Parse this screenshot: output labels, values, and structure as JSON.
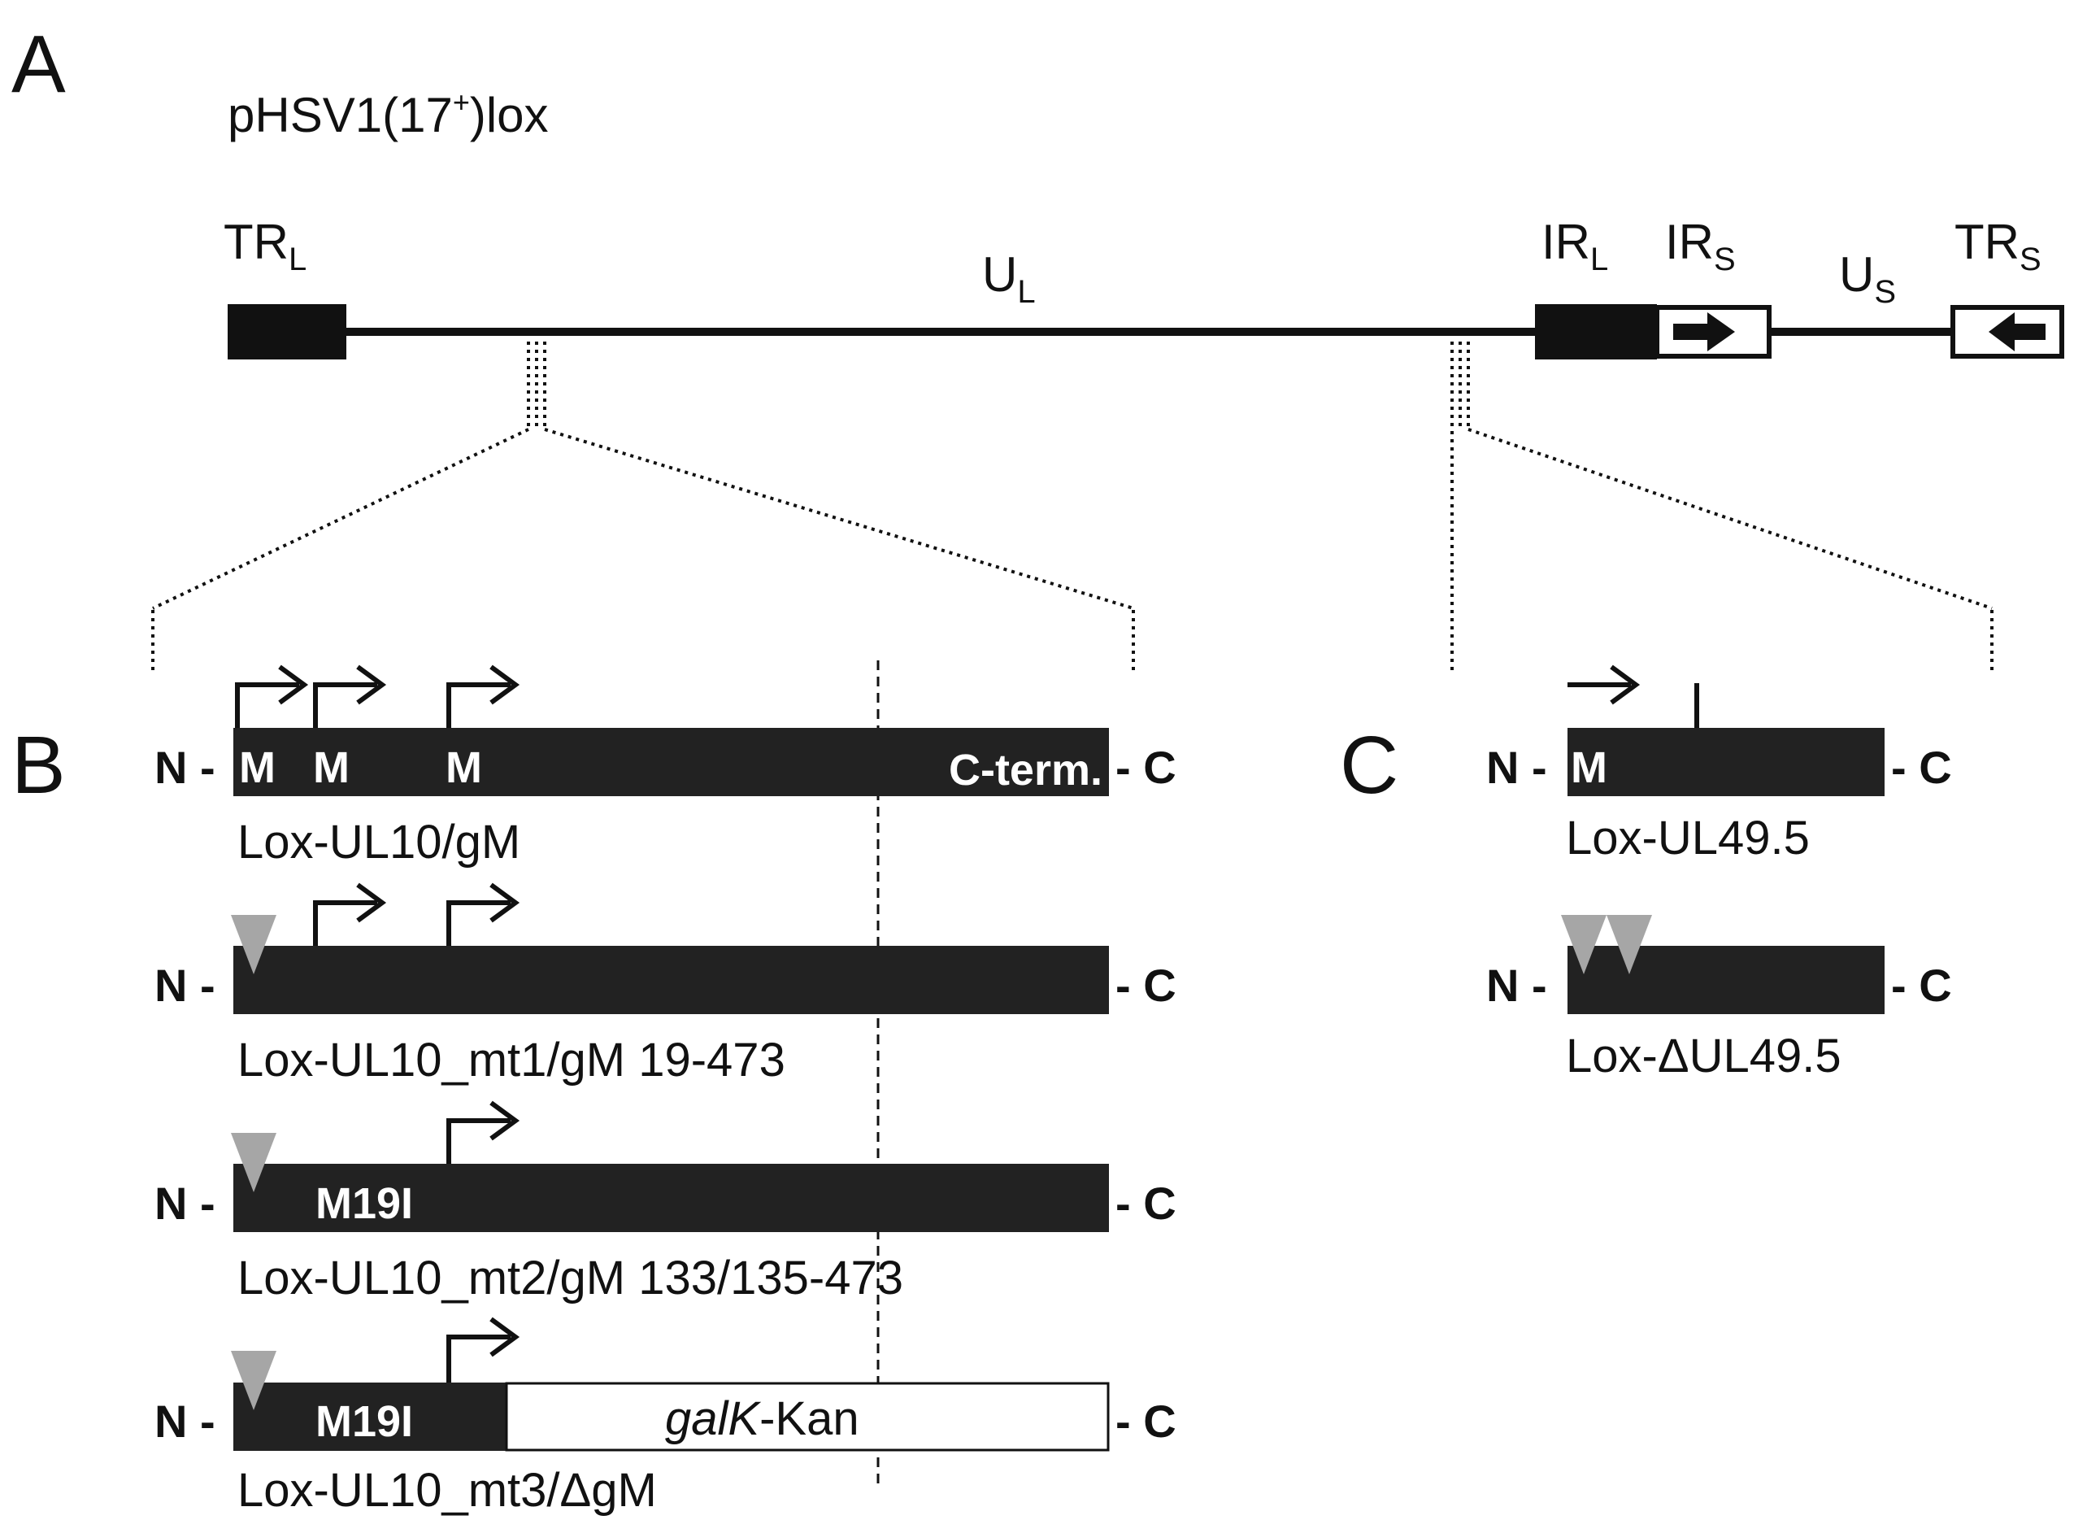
{
  "colors": {
    "ink": "#111111",
    "bar": "#222222",
    "marker": "#a6a6a6",
    "white": "#ffffff"
  },
  "panels": {
    "a": {
      "letter": "A",
      "construct": "pHSV1(17⁺)lox"
    },
    "b": {
      "letter": "B"
    },
    "c": {
      "letter": "C"
    }
  },
  "genome": {
    "regions": [
      {
        "id": "trl",
        "main": "TR",
        "sub": "L"
      },
      {
        "id": "ul",
        "main": "U",
        "sub": "L"
      },
      {
        "id": "irl",
        "main": "IR",
        "sub": "L"
      },
      {
        "id": "irs",
        "main": "IR",
        "sub": "S"
      },
      {
        "id": "us",
        "main": "U",
        "sub": "S"
      },
      {
        "id": "trs",
        "main": "TR",
        "sub": "S"
      }
    ]
  },
  "terminals": {
    "n": "N -",
    "c": "- C"
  },
  "panel_b": {
    "constructs": [
      {
        "name": "Lox-UL10/gM",
        "labels": [
          "M",
          "M",
          "M",
          "C-term."
        ]
      },
      {
        "name": "Lox-UL10_mt1/gM 19-473",
        "labels": []
      },
      {
        "name": "Lox-UL10_mt2/gM 133/135-473",
        "labels": [
          "M19I"
        ]
      },
      {
        "name": "Lox-UL10_mt3/ΔgM",
        "labels": [
          "M19I"
        ],
        "insert": {
          "italic": "galK",
          "rest": "-Kan"
        }
      }
    ]
  },
  "panel_c": {
    "constructs": [
      {
        "name": "Lox-UL49.5",
        "labels": [
          "M"
        ]
      },
      {
        "name": "Lox-ΔUL49.5",
        "labels": []
      }
    ]
  }
}
